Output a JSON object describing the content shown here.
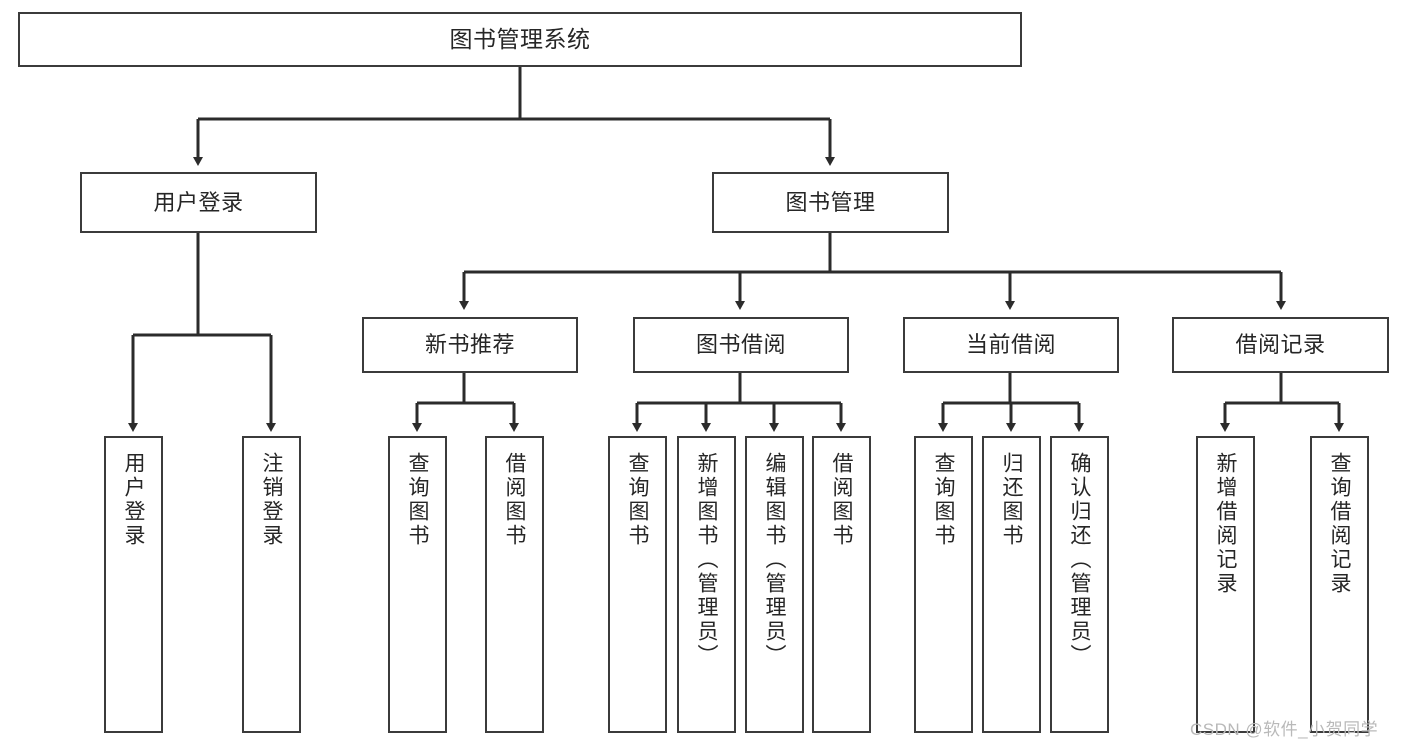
{
  "diagram": {
    "type": "tree",
    "title": "图书管理系统",
    "orientation": "top-down",
    "colors": {
      "background": "#ffffff",
      "box_border": "#3b3b3b",
      "box_fill": "#ffffff",
      "edge": "#2b2b2b",
      "text": "#262626",
      "watermark": "#b9b9b9"
    }
  },
  "nodes": {
    "root": {
      "label": "图书管理系统",
      "level": 0
    },
    "user_login": {
      "label": "用户登录",
      "level": 1
    },
    "book_manage": {
      "label": "图书管理",
      "level": 1
    },
    "new_book_rec": {
      "label": "新书推荐",
      "level": 2
    },
    "book_borrow": {
      "label": "图书借阅",
      "level": 2
    },
    "current_borrow": {
      "label": "当前借阅",
      "level": 2
    },
    "borrow_record": {
      "label": "借阅记录",
      "level": 2
    },
    "leaf_user_login": {
      "label": "用户登录",
      "level": 3
    },
    "leaf_logout": {
      "label": "注销登录",
      "level": 3
    },
    "leaf_query_book_1": {
      "label": "查询图书",
      "level": 3
    },
    "leaf_borrow_book_1": {
      "label": "借阅图书",
      "level": 3
    },
    "leaf_query_book_2": {
      "label": "查询图书",
      "level": 3
    },
    "leaf_add_book": {
      "label": "新增图书（管理员）",
      "level": 3
    },
    "leaf_edit_book": {
      "label": "编辑图书（管理员）",
      "level": 3
    },
    "leaf_borrow_book_2": {
      "label": "借阅图书",
      "level": 3
    },
    "leaf_query_book_3": {
      "label": "查询图书",
      "level": 3
    },
    "leaf_return_book": {
      "label": "归还图书",
      "level": 3
    },
    "leaf_confirm_return": {
      "label": "确认归还（管理员）",
      "level": 3
    },
    "leaf_add_record": {
      "label": "新增借阅记录",
      "level": 3
    },
    "leaf_query_record": {
      "label": "查询借阅记录",
      "level": 3
    }
  },
  "edges": [
    {
      "from": "root",
      "to": "user_login"
    },
    {
      "from": "root",
      "to": "book_manage"
    },
    {
      "from": "user_login",
      "to": "leaf_user_login"
    },
    {
      "from": "user_login",
      "to": "leaf_logout"
    },
    {
      "from": "book_manage",
      "to": "new_book_rec"
    },
    {
      "from": "book_manage",
      "to": "book_borrow"
    },
    {
      "from": "book_manage",
      "to": "current_borrow"
    },
    {
      "from": "book_manage",
      "to": "borrow_record"
    },
    {
      "from": "new_book_rec",
      "to": "leaf_query_book_1"
    },
    {
      "from": "new_book_rec",
      "to": "leaf_borrow_book_1"
    },
    {
      "from": "book_borrow",
      "to": "leaf_query_book_2"
    },
    {
      "from": "book_borrow",
      "to": "leaf_add_book"
    },
    {
      "from": "book_borrow",
      "to": "leaf_edit_book"
    },
    {
      "from": "book_borrow",
      "to": "leaf_borrow_book_2"
    },
    {
      "from": "current_borrow",
      "to": "leaf_query_book_3"
    },
    {
      "from": "current_borrow",
      "to": "leaf_return_book"
    },
    {
      "from": "current_borrow",
      "to": "leaf_confirm_return"
    },
    {
      "from": "borrow_record",
      "to": "leaf_add_record"
    },
    {
      "from": "borrow_record",
      "to": "leaf_query_record"
    }
  ],
  "watermark": {
    "text": "CSDN @软件_小贺同学"
  }
}
